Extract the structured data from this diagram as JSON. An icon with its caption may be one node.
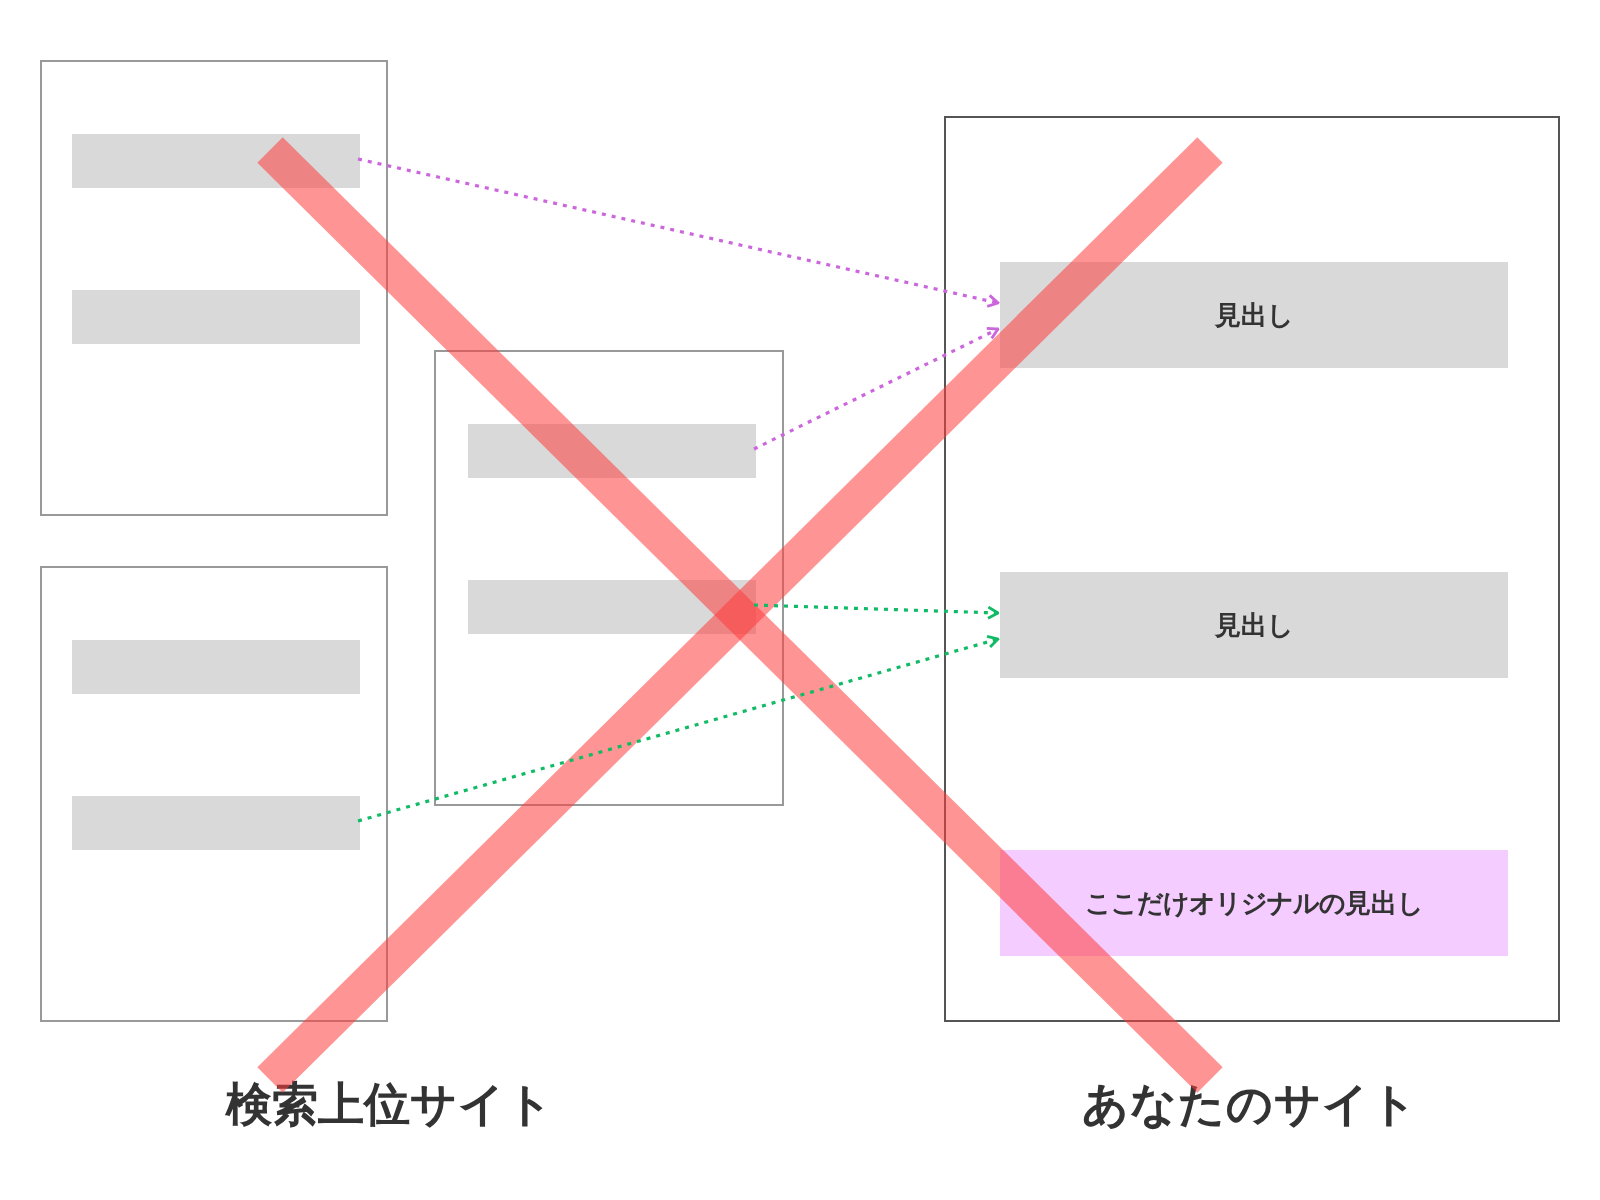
{
  "diagram": {
    "nodes": [
      {
        "text": [],
        "shape": "box"
      },
      {
        "text": [],
        "shape": "bar",
        "in": 0
      },
      {
        "text": [],
        "shape": "bar",
        "in": 0
      },
      {
        "text": [],
        "shape": "box"
      },
      {
        "text": [],
        "shape": "bar",
        "in": 3
      },
      {
        "text": [],
        "shape": "bar",
        "in": 3
      },
      {
        "text": [],
        "shape": "box"
      },
      {
        "text": [],
        "shape": "bar",
        "in": 6
      },
      {
        "text": [],
        "shape": "bar",
        "in": 6
      },
      {
        "text": [],
        "shape": "box"
      },
      {
        "text": [
          "見出し"
        ],
        "in": 9
      },
      {
        "text": [
          "見出し"
        ],
        "in": 9
      },
      {
        "text": [
          "ここだけオリジナルの見出し"
        ],
        "in": 9
      }
    ],
    "edges": [
      {
        "from": 1,
        "to": 10,
        "arrow": "to",
        "style": "dashed",
        "color": "#cc66dd"
      },
      {
        "from": 7,
        "to": 10,
        "arrow": "to",
        "style": "dashed",
        "color": "#cc66dd"
      },
      {
        "from": 8,
        "to": 11,
        "arrow": "to",
        "style": "dashed",
        "color": "#11bb66"
      },
      {
        "from": 5,
        "to": 11,
        "arrow": "to",
        "style": "dashed",
        "color": "#11bb66"
      }
    ],
    "labels": [
      "検索上位サイト",
      "あなたのサイト"
    ]
  }
}
